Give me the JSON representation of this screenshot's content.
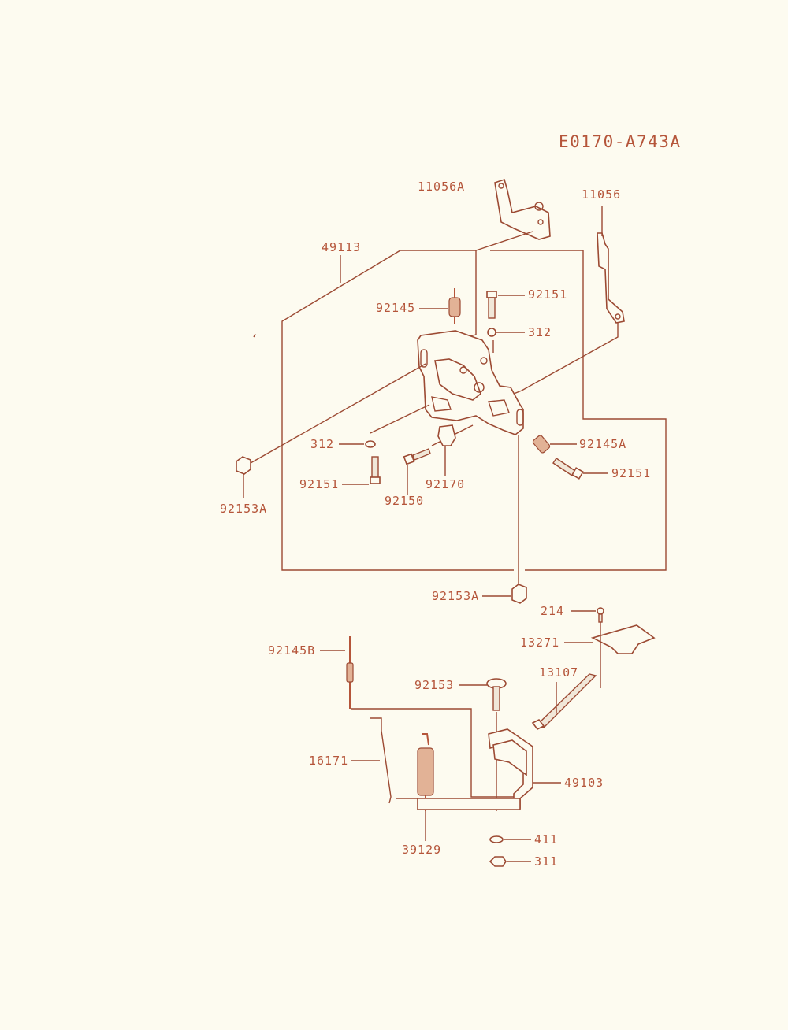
{
  "diagram_code": "E0170-A743A",
  "colors": {
    "label": "#b5553a",
    "line": "#9c4a33",
    "background": "#fdfbf0"
  },
  "labels": {
    "p11056A": "11056A",
    "p11056": "11056",
    "p49113": "49113",
    "p92145": "92145",
    "p92151_top": "92151",
    "p312_top": "312",
    "p312_left": "312",
    "p92145A": "92145A",
    "p92151_right": "92151",
    "p92151_left": "92151",
    "p92170": "92170",
    "p92150": "92150",
    "p92153A_left": "92153A",
    "p92153A_bottom": "92153A",
    "p214": "214",
    "p13271": "13271",
    "p92145B": "92145B",
    "p13107": "13107",
    "p92153": "92153",
    "p16171": "16171",
    "p49103": "49103",
    "p39129": "39129",
    "p411": "411",
    "p311": "311"
  }
}
